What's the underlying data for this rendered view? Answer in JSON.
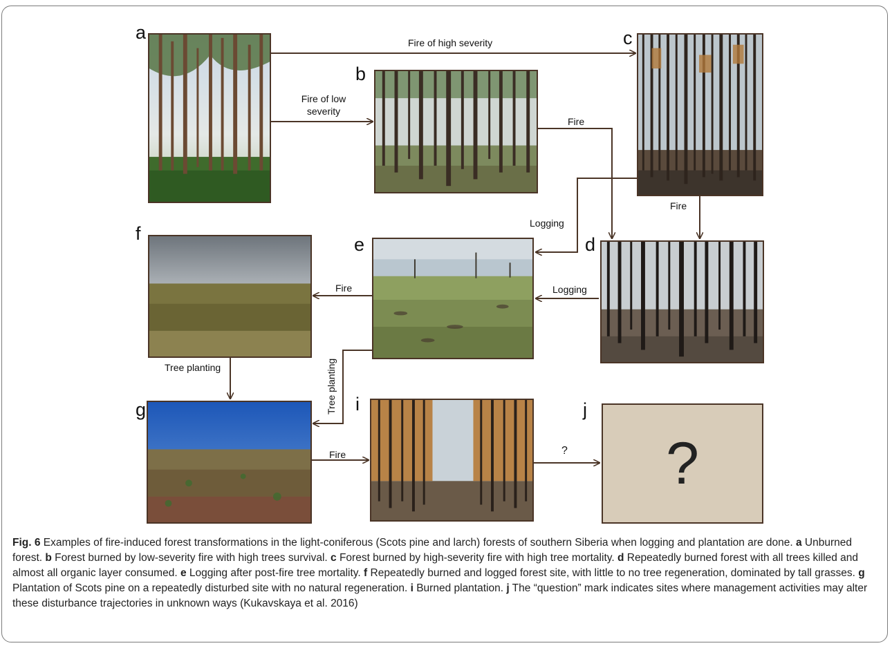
{
  "panels": {
    "a": {
      "letter": "a"
    },
    "b": {
      "letter": "b"
    },
    "c": {
      "letter": "c"
    },
    "d": {
      "letter": "d"
    },
    "e": {
      "letter": "e"
    },
    "f": {
      "letter": "f"
    },
    "g": {
      "letter": "g"
    },
    "i": {
      "letter": "i"
    },
    "j": {
      "letter": "j",
      "mark": "?"
    }
  },
  "edges": {
    "a_c": "Fire of high severity",
    "a_b": "Fire of low\nseverity",
    "b_d": "Fire",
    "c_e": "Logging",
    "c_d": "Fire",
    "d_e": "Logging",
    "e_f": "Fire",
    "f_g": "Tree planting",
    "e_g": "Tree planting",
    "g_i": "Fire",
    "i_j": "?"
  },
  "caption": {
    "fig_label": "Fig. 6",
    "intro": " Examples of fire-induced forest transformations in the light-coniferous (Scots pine and larch) forests of southern Siberia when logging and plantation are done. ",
    "items": [
      {
        "key": "a",
        "text": " Unburned forest. "
      },
      {
        "key": "b",
        "text": " Forest burned by low-severity fire with high trees survival. "
      },
      {
        "key": "c",
        "text": " Forest burned by high-severity fire with high tree mortality. "
      },
      {
        "key": "d",
        "text": " Repeatedly burned forest with all trees killed and almost all organic layer consumed. "
      },
      {
        "key": "e",
        "text": " Logging after post-fire tree mortality. "
      },
      {
        "key": "f",
        "text": " Repeatedly burned and logged forest site, with little to no tree regeneration, dominated by tall grasses. "
      },
      {
        "key": "g",
        "text": " Plantation of Scots pine on a repeatedly disturbed site with no natural regeneration. "
      },
      {
        "key": "i",
        "text": " Burned plantation. "
      },
      {
        "key": "j",
        "text": " The “question” mark indicates sites where management activities may alter these disturbance trajectories in unknown ways (Kukavskaya et al. 2016)"
      }
    ]
  },
  "colors": {
    "arrow": "#4a3426",
    "question_box": "#d8ccb9"
  }
}
